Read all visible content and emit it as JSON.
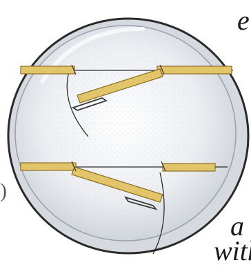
{
  "text_fragments": {
    "top_right": "e",
    "bottom_right_1": "a",
    "bottom_right_2": "with",
    "left_edge": ")"
  },
  "colors": {
    "dish_fill": "#e9ebef",
    "dish_rim": "#2a2a2a",
    "dish_shade": "#c9cdd6",
    "speckle": "#f7f8fa",
    "fragment_fill": "#e2c46a",
    "fragment_edge": "#8a6d1f",
    "tool": "#3a3a3a"
  },
  "icons": {
    "fragments": "dna-fragment-bars",
    "ligase": "ligase-tool-icon"
  }
}
